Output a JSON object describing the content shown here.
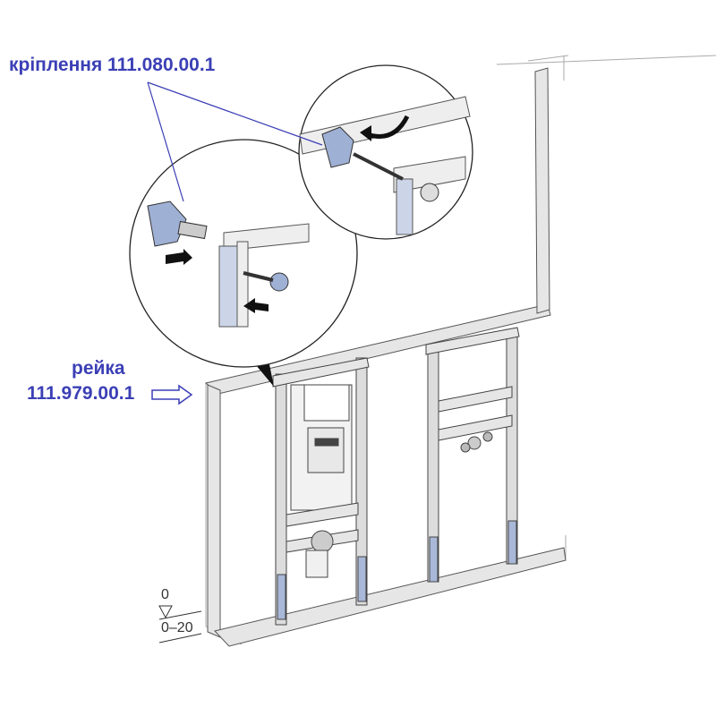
{
  "labels": {
    "bracket": "кріплення 111.080.00.1",
    "rail_title": "рейка",
    "rail_code": "111.979.00.1"
  },
  "dimension": {
    "top": "0",
    "range": "0–20"
  },
  "colors": {
    "label": "#3b3fb5",
    "post_blue": "#a9b8d8",
    "frame_gray": "#c8c8c8"
  }
}
